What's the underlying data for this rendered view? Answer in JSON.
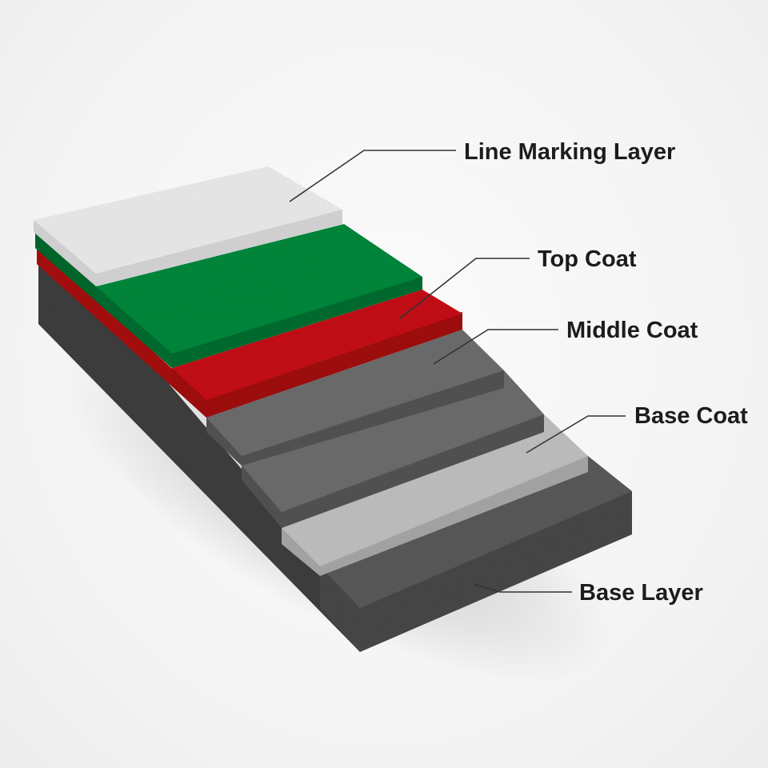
{
  "diagram": {
    "type": "layered cross-section",
    "labels": {
      "line_marking": "Line Marking Layer",
      "top_coat": "Top Coat",
      "middle_coat": "Middle Coat",
      "base_coat": "Base Coat",
      "base_layer": "Base Layer"
    },
    "colors": {
      "line_marking": "#eeeeee",
      "top_coat": "#0c8a3c",
      "middle_coat": "#c8181b",
      "grey_coat": "#6e6e6e",
      "light_grey_coat": "#c2c2c2",
      "base_layer": "#5c5c5c",
      "leader_line": "#333333",
      "label_text": "#1c1c1c"
    }
  }
}
